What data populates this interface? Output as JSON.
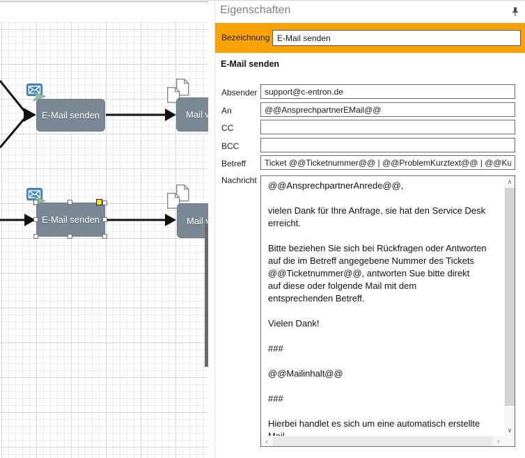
{
  "canvas": {
    "nodes": [
      {
        "label": "E-Mail senden"
      },
      {
        "label": "Mail ver"
      },
      {
        "label": "E-Mail senden"
      },
      {
        "label": "Mail ve"
      }
    ]
  },
  "panel": {
    "title": "Eigenschaften",
    "bezeichnung": {
      "label": "Bezeichnung",
      "value": "E-Mail senden"
    },
    "section_title": "E-Mail senden",
    "fields": [
      {
        "label": "Absender",
        "value": "support@c-entron.de"
      },
      {
        "label": "An",
        "value": "@@AnsprechpartnerEMail@@"
      },
      {
        "label": "CC",
        "value": ""
      },
      {
        "label": "BCC",
        "value": ""
      },
      {
        "label": "Betreff",
        "value": "Ticket @@Ticketnummer@@ | @@ProblemKurztext@@ | @@Kund"
      }
    ],
    "message": {
      "label": "Nachricht",
      "value": "@@AnsprechpartnerAnrede@@,\n\nvielen Dank für Ihre Anfrage, sie hat den Service Desk\nerreicht.\n\nBitte beziehen Sie sich bei Rückfragen oder Antworten\nauf die im Betreff angegebene Nummer des Tickets\n@@Ticketnummer@@, antworten Sue bitte direkt\nauf diese oder folgende Mail mit dem\nentsprechenden Betreff.\n\nVielen Dank!\n\n###\n\n@@Mailinhalt@@\n\n###\n\nHierbei handlet es sich um eine automatisch erstellte\nMail"
    },
    "scrollbar": {
      "up": "∧",
      "down": "∨",
      "left": "‹",
      "right": "›"
    }
  },
  "colors": {
    "accent_orange": "#FAA309",
    "node_fill": "#7A8795",
    "envelope_blue": "#4787BE",
    "flow_arrow_teal": "#8FBDA9",
    "selection_yellow": "#F7E500",
    "connector_black": "#111111"
  }
}
